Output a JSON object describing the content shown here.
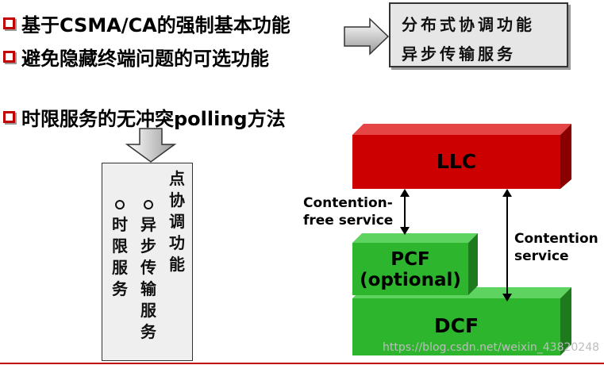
{
  "bullets": [
    "基于CSMA/CA的强制基本功能",
    "避免隐藏终端问题的可选功能",
    "时限服务的无冲突polling方法"
  ],
  "right_box": {
    "line1": "分布式协调功能",
    "line2": "异步传输服务"
  },
  "vertical_box": {
    "col_right": [
      "点",
      "协",
      "调",
      "功",
      "能"
    ],
    "col_middle": [
      "异",
      "步",
      "传",
      "输",
      "服",
      "务"
    ],
    "col_left": [
      "时",
      "限",
      "服",
      "务"
    ]
  },
  "blocks": {
    "llc": "LLC",
    "pcf_line1": "PCF",
    "pcf_line2": "(optional)",
    "dcf": "DCF"
  },
  "labels": {
    "contention_free_line1": "Contention-",
    "contention_free_line2": "free service",
    "contention_line1": "Contention",
    "contention_line2": "service"
  },
  "watermark": "https://blog.csdn.net/weixin_43820248",
  "colors": {
    "llc_front": "#cc0000",
    "llc_top": "#e64545",
    "llc_side": "#8a0000",
    "green_front": "#2db52d",
    "green_top": "#5fd35f",
    "green_side": "#1d7a1d",
    "bullet_box": "#c00000"
  },
  "icons": {
    "bullet": "hollow-square-icon",
    "arrow_right": "block-arrow-right-icon",
    "arrow_down": "block-arrow-down-icon",
    "circle": "hollow-circle-icon",
    "double_arrow": "double-headed-arrow-icon"
  }
}
